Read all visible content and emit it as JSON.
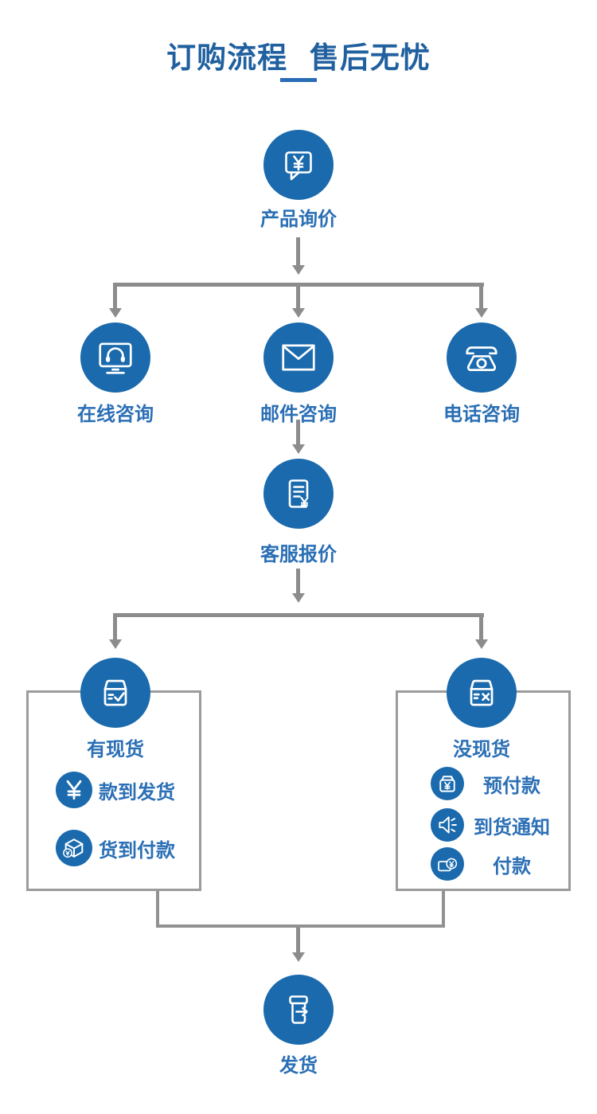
{
  "title": {
    "text": "订购流程  售后无忧"
  },
  "colors": {
    "node_blue": "#1a6aad",
    "label_blue": "#2b6fb5",
    "title_blue": "#20609f",
    "connector_gray": "#8c8c8c",
    "box_border_gray": "#9b9b9b",
    "background": "#ffffff"
  },
  "nodes": {
    "inquiry": {
      "label": "产品询价",
      "icon": "chat-bubble-yuan-icon"
    },
    "contacts": [
      {
        "label": "在线咨询",
        "icon": "monitor-headset-icon"
      },
      {
        "label": "邮件咨询",
        "icon": "envelope-icon"
      },
      {
        "label": "电话咨询",
        "icon": "telephone-icon"
      }
    ],
    "quote": {
      "label": "客服报价",
      "icon": "document-yuan-icon"
    },
    "branches": [
      {
        "label": "有现货",
        "icon": "box-check-icon",
        "items": [
          {
            "label": "款到发货",
            "icon": "yuan-coin-icon"
          },
          {
            "label": "货到付款",
            "icon": "package-yuan-icon"
          }
        ]
      },
      {
        "label": "没现货",
        "icon": "box-x-icon",
        "items": [
          {
            "label": "预付款",
            "icon": "wallet-yuan-icon"
          },
          {
            "label": "到货通知",
            "icon": "megaphone-icon"
          },
          {
            "label": "付款",
            "icon": "money-yuan-icon"
          }
        ]
      }
    ],
    "final": {
      "label": "发货",
      "icon": "box-arrow-icon"
    }
  }
}
